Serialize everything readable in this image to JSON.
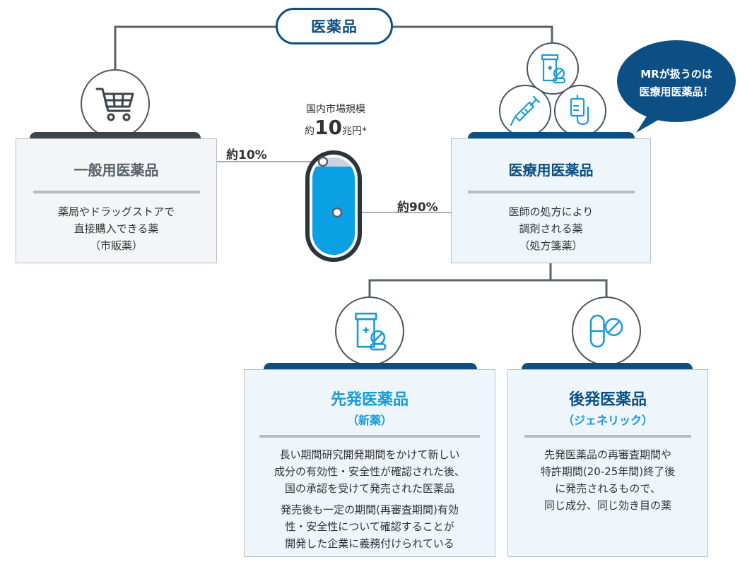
{
  "title": "医薬品",
  "market": {
    "label": "国内市場規模",
    "prefix": "約",
    "value": "10",
    "unit": "兆円*"
  },
  "share_otc": "約10%",
  "share_rx": "約90%",
  "bubble": {
    "line1": "MRが扱うのは",
    "line2": "医療用医薬品！"
  },
  "otc": {
    "heading": "一般用医薬品",
    "lines": [
      "薬局やドラッグストアで",
      "直接購入できる薬",
      "（市販薬）"
    ]
  },
  "rx": {
    "heading": "医療用医薬品",
    "lines": [
      "医師の処方により",
      "調剤される薬",
      "（処方箋薬）"
    ]
  },
  "brand": {
    "heading": "先発医薬品",
    "subheading": "（新薬）",
    "lines": [
      "長い期間研究開発期間をかけて新しい",
      "成分の有効性・安全性が確認された後、",
      "国の承認を受けて発売された医薬品",
      "発売後も一定の期間(再審査期間)有効",
      "性・安全性について確認することが",
      "開発した企業に義務付けられている"
    ]
  },
  "generic": {
    "heading": "後発医薬品",
    "subheading": "（ジェネリック）",
    "lines": [
      "先発医薬品の再審査期間や",
      "特許期間(20-25年間)終了後",
      "に発売されるもので、",
      "同じ成分、同じ効き目の薬"
    ]
  },
  "icons": [
    "shopping-cart-icon",
    "medicine-bottle-pills-icon",
    "syringe-icon",
    "iv-drip-icon",
    "capsule-tablet-icon"
  ],
  "colors": {
    "navy": "#0b4f84",
    "accent": "#1a9ad6",
    "dark": "#3b434b",
    "line": "#59626b",
    "gray_box": "#f4f5f6",
    "blue_box": "#eef5fb"
  }
}
